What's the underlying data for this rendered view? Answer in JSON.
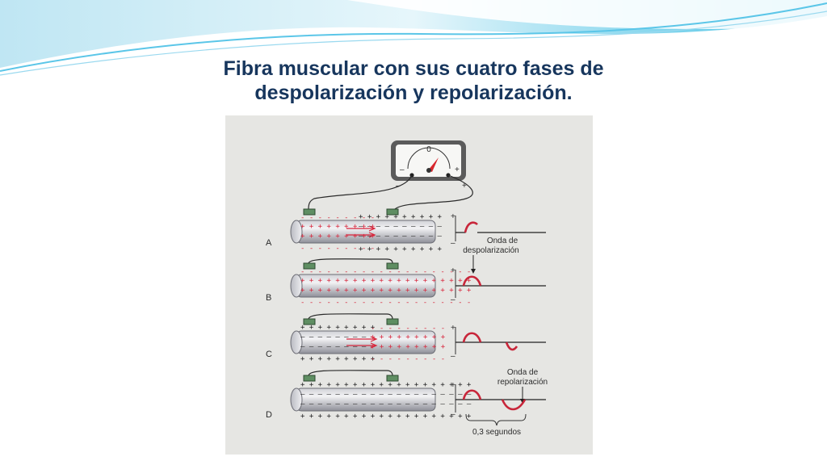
{
  "title": {
    "line1": "Fibra muscular con sus cuatro fases de",
    "line2": "despolarización y repolarización."
  },
  "meter": {
    "zero": "0",
    "minus": "–",
    "plus": "+"
  },
  "phases": [
    {
      "label": "A"
    },
    {
      "label": "B"
    },
    {
      "label": "C"
    },
    {
      "label": "D"
    }
  ],
  "wave_labels": {
    "depol_1": "Onda de",
    "depol_2": "despolarización",
    "repol_1": "Onda de",
    "repol_2": "repolarización",
    "duration": "0,3 segundos"
  },
  "axis_signs": {
    "plus": "+",
    "minus": "–"
  },
  "colors": {
    "title": "#17365d",
    "wave": "#c8263a",
    "wave_light": "#5bc6e8",
    "panel": "#e6e6e3"
  }
}
